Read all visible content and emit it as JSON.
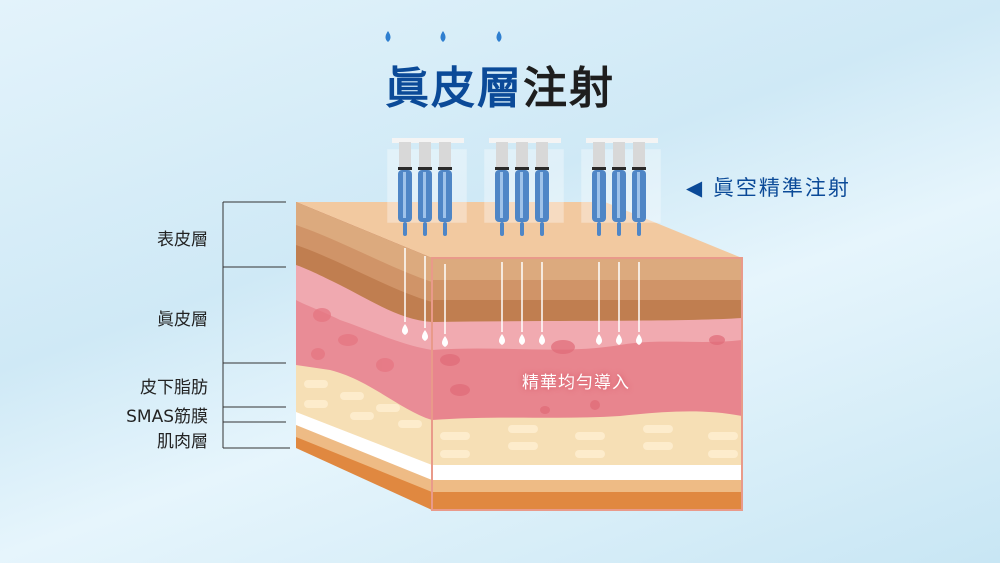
{
  "title": {
    "highlight": "眞皮層",
    "rest": "注射"
  },
  "callout": {
    "arrow": "◀",
    "text": "眞空精準注射"
  },
  "layer_labels": [
    "表皮層",
    "眞皮層",
    "皮下脂肪",
    "SMAS筋膜",
    "肌肉層"
  ],
  "center_text": "精華均勻導入",
  "colors": {
    "brand_blue": "#0b4a98",
    "syringe_blue": "#4f86c6"
  }
}
